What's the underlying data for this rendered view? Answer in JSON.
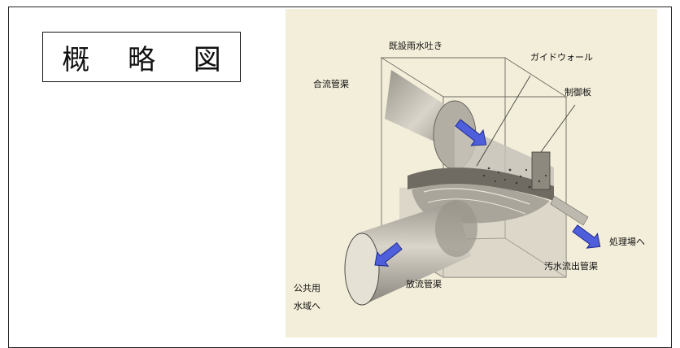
{
  "title": "概 略 図",
  "labels": {
    "existing_outlet": "既設雨水吐き",
    "combined_sewer": "合流管渠",
    "guide_wall": "ガイドウォール",
    "control_plate": "制御板",
    "to_treatment": "処理場へ",
    "sewage_outflow": "汚水流出管渠",
    "discharge_pipe": "放流管渠",
    "public_waters": "公共用\n水域へ"
  },
  "colors": {
    "background_panel": "#f3eed9",
    "arrow_fill": "#4f5fdc",
    "arrow_stroke": "#1f2a8a"
  },
  "icons": {
    "flow_arrow": "blue-flow-arrow-icon"
  }
}
